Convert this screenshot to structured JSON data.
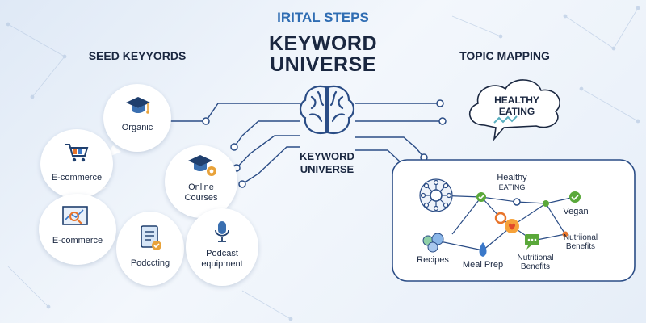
{
  "header": {
    "kicker": "IRITAL STEPS",
    "title_line1": "KEYWORD",
    "title_line2": "UNIVERSE"
  },
  "left_section": {
    "title": "SEED KEYYORDS",
    "bubbles": [
      {
        "label": "Organic",
        "icon": "graduation-cap-icon"
      },
      {
        "label": "E-commerce",
        "icon": "shopping-cart-icon"
      },
      {
        "label": "Online\nCourses",
        "icon": "graduation-cap-icon"
      },
      {
        "label": "E-commerce",
        "icon": "chart-magnifier-icon"
      },
      {
        "label": "Podccting",
        "icon": "document-check-icon"
      },
      {
        "label": "Podcast\nequipment",
        "icon": "microphone-icon"
      }
    ]
  },
  "center": {
    "icon": "brain-icon",
    "label_line1": "KEYWORD",
    "label_line2": "UNIVERSE"
  },
  "right_section": {
    "title": "TOPIC MAPPING",
    "cloud": {
      "line1": "HEALTHY",
      "line2": "EATING"
    },
    "map": {
      "labels": {
        "healthy_eating_1": "Healthy",
        "healthy_eating_2": "EATING",
        "vegan": "Vegan",
        "nutritional_benefits_1": "Nutriional",
        "nutritional_benefits_2": "Benefits",
        "recipes": "Recipes",
        "meal_prep": "Meal Prep",
        "nutritional_benefits_b1": "Nutritional",
        "nutritional_benefits_b2": "Benefits"
      }
    }
  },
  "colors": {
    "navy": "#1a2740",
    "title_blue": "#2f6db3",
    "line_blue": "#2b4d86",
    "green": "#5aa83a",
    "orange": "#e8742a"
  }
}
